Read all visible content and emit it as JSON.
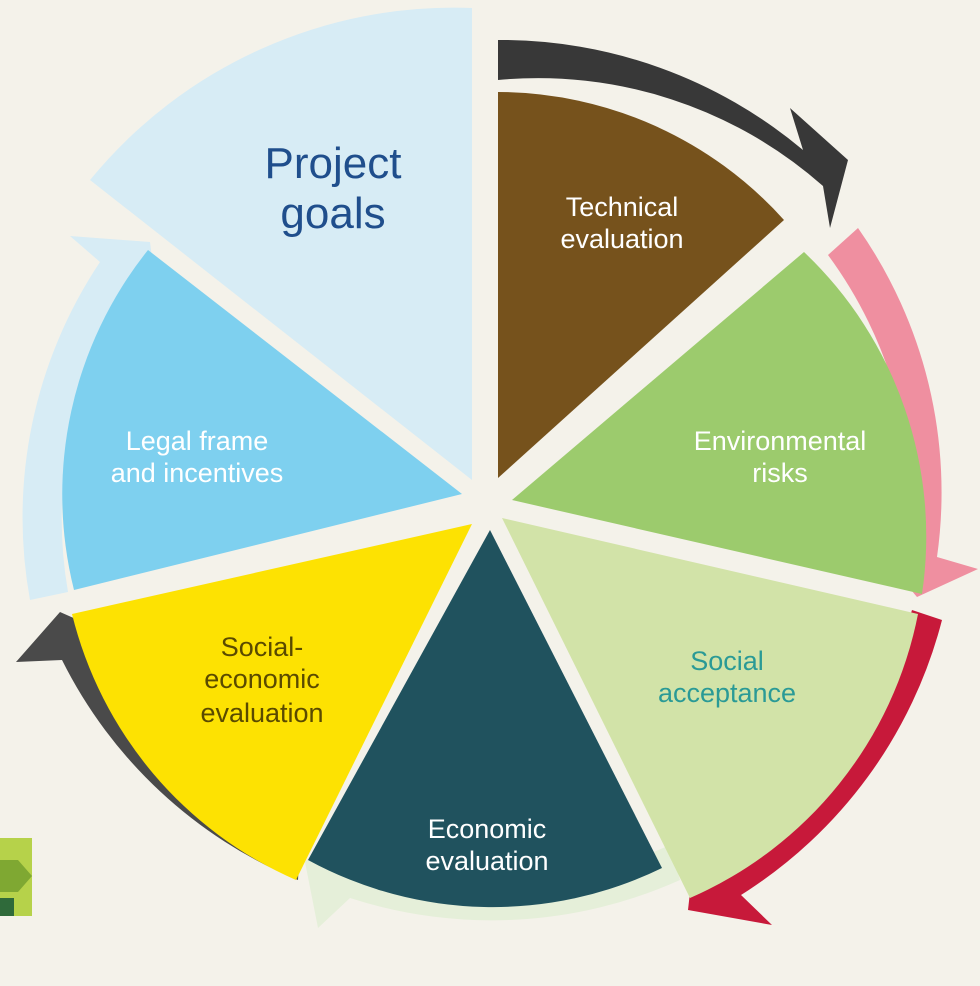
{
  "colors": {
    "background": "#f4f2ea",
    "project_goals": "#d7ecf5",
    "technical": "#76521c",
    "environmental": "#9ccb6d",
    "social_acceptance": "#d2e3a8",
    "economic": "#20525e",
    "social_economic": "#fde202",
    "legal": "#7ed0ef",
    "arrow_dark": "#383838",
    "arrow_pink": "#ef8fa0",
    "arrow_red": "#c7193a",
    "arrow_pale": "#e5efd9",
    "arrow_gray": "#4a4a4a",
    "arrow_lightblue": "#d7ecf5"
  },
  "segments": {
    "project_goals": {
      "line1": "Project",
      "line2": "goals"
    },
    "technical": {
      "line1": "Technical",
      "line2": "evaluation"
    },
    "environmental": {
      "line1": "Environmental",
      "line2": "risks"
    },
    "social_acceptance": {
      "line1": "Social",
      "line2": "acceptance"
    },
    "economic": {
      "line1": "Economic",
      "line2": "evaluation"
    },
    "social_economic": {
      "line1": "Social-",
      "line2": "economic",
      "line3": "evaluation"
    },
    "legal": {
      "line1": "Legal frame",
      "line2": "and incentives"
    }
  }
}
